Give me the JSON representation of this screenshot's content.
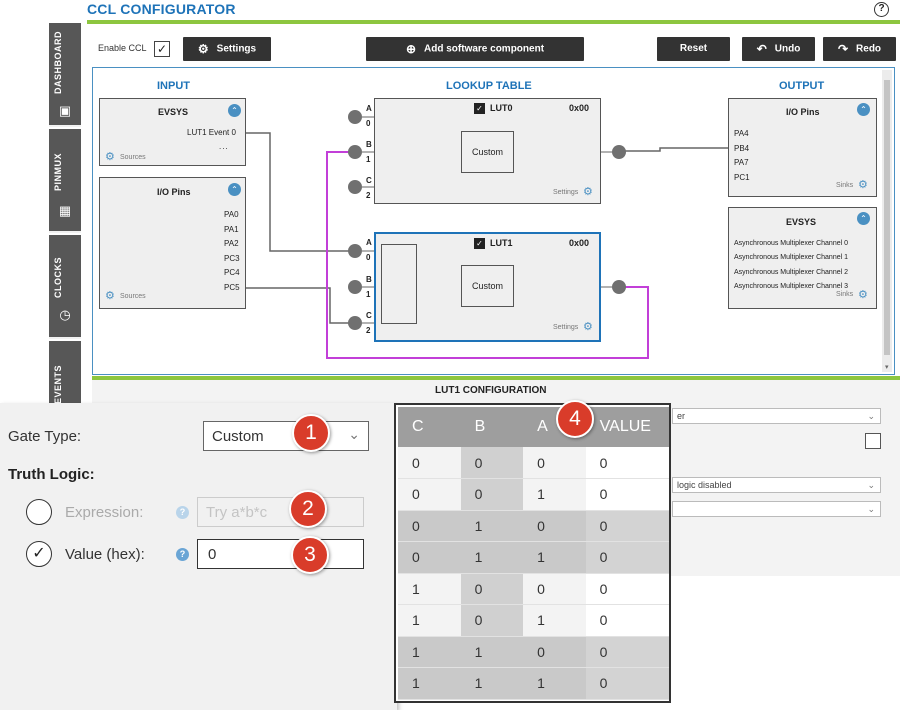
{
  "header": {
    "title": "CCL CONFIGURATOR",
    "help_icon": "?"
  },
  "sidebar": {
    "tabs": [
      {
        "label": "DASHBOARD",
        "icon": "dashboard-icon"
      },
      {
        "label": "PINMUX",
        "icon": "chip-icon"
      },
      {
        "label": "CLOCKS",
        "icon": "clock-icon"
      },
      {
        "label": "EVENTS",
        "icon": "events-icon"
      }
    ]
  },
  "toolbar": {
    "enable_label": "Enable CCL",
    "enable_checked": true,
    "settings": "Settings",
    "add_component": "Add software component",
    "reset": "Reset",
    "undo": "Undo",
    "redo": "Redo"
  },
  "canvas": {
    "input_header": "INPUT",
    "lookup_header": "LOOKUP TABLE",
    "output_header": "OUTPUT",
    "input_evsys": {
      "title": "EVSYS",
      "item": "LUT1 Event 0",
      "more": "...",
      "footer": "Sources"
    },
    "input_io": {
      "title": "I/O Pins",
      "pins": [
        "PA0",
        "PA1",
        "PA2",
        "PC3",
        "PC4",
        "PC5"
      ],
      "footer": "Sources"
    },
    "lut0": {
      "name": "LUT0",
      "value": "0x00",
      "gate": "Custom",
      "footer": "Settings",
      "pins": [
        "A",
        "0",
        "B",
        "1",
        "C",
        "2"
      ]
    },
    "lut1": {
      "name": "LUT1",
      "value": "0x00",
      "gate": "Custom",
      "footer": "Settings",
      "pins": [
        "A",
        "0",
        "B",
        "1",
        "C",
        "2"
      ]
    },
    "output_io": {
      "title": "I/O Pins",
      "pins": [
        "PA4",
        "PB4",
        "PA7",
        "PC1"
      ],
      "footer": "Sinks"
    },
    "output_evsys": {
      "title": "EVSYS",
      "channels": [
        "Asynchronous Multiplexer Channel 0",
        "Asynchronous Multiplexer Channel 1",
        "Asynchronous Multiplexer Channel 2",
        "Asynchronous Multiplexer Channel 3"
      ],
      "footer": "Sinks"
    }
  },
  "config": {
    "title": "LUT1 CONFIGURATION",
    "right_dropdown_1": "er",
    "right_dropdown_2": "logic disabled"
  },
  "zoom": {
    "gate_type_label": "Gate Type:",
    "gate_type_value": "Custom",
    "truth_logic_label": "Truth Logic:",
    "expression_label": "Expression:",
    "expression_placeholder": "Try a*b*c",
    "value_label": "Value (hex):",
    "value_input": "0"
  },
  "callouts": [
    "1",
    "2",
    "3",
    "4"
  ],
  "truth_table": {
    "headers": [
      "C",
      "B",
      "A",
      "VALUE"
    ],
    "rows": [
      [
        "0",
        "0",
        "0",
        "0"
      ],
      [
        "0",
        "0",
        "1",
        "0"
      ],
      [
        "0",
        "1",
        "0",
        "0"
      ],
      [
        "0",
        "1",
        "1",
        "0"
      ],
      [
        "1",
        "0",
        "0",
        "0"
      ],
      [
        "1",
        "0",
        "1",
        "0"
      ],
      [
        "1",
        "1",
        "0",
        "0"
      ],
      [
        "1",
        "1",
        "1",
        "0"
      ]
    ]
  },
  "colors": {
    "accent": "#1e73b8",
    "green": "#8dc63f",
    "magenta": "#c23fd8",
    "badge": "#d93c2a"
  }
}
